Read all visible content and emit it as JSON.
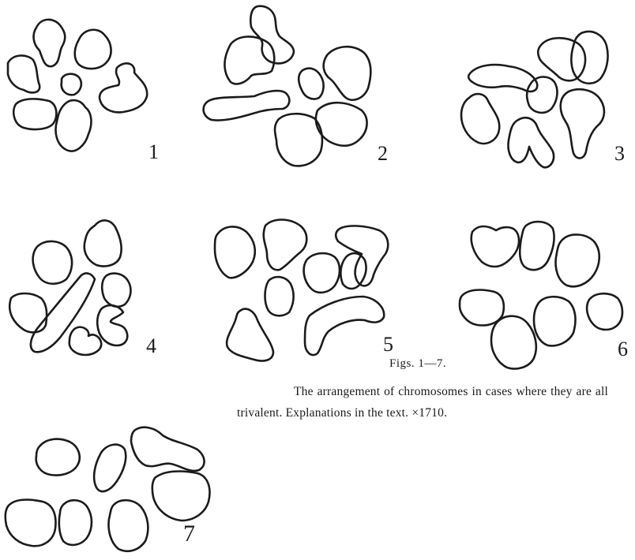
{
  "figures": [
    {
      "label": "1"
    },
    {
      "label": "2"
    },
    {
      "label": "3"
    },
    {
      "label": "4"
    },
    {
      "label": "5"
    },
    {
      "label": "6"
    },
    {
      "label": "7"
    }
  ],
  "caption": {
    "title": "Figs. 1—7.",
    "text": "The arrangement of chromosomes in cases where they are all trivalent. Explanations in the text. ×1710."
  }
}
